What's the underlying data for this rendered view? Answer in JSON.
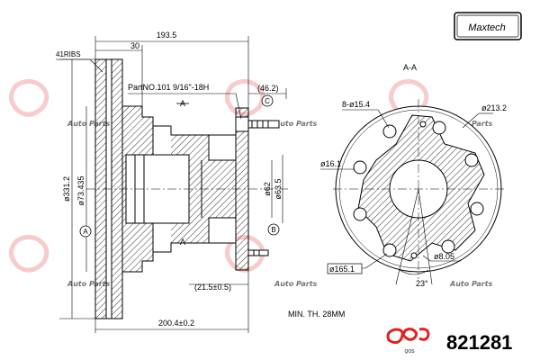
{
  "brand": {
    "logo_text": "Maxtech",
    "footer_logo": "QOS"
  },
  "drawing": {
    "section_label": "A-A",
    "part_number": "821281",
    "min_thickness": "MIN. TH. 28MM",
    "ribs": "41RIBS",
    "part_no_note": "PartNO.101  9/16\"-18H",
    "dims": {
      "overall_width": "193.5",
      "flange_width": "30",
      "stud_offset": "(46.2)",
      "outer_dia": "ø331.2",
      "inner_dia": "ø73.435",
      "hub_62": "ø62",
      "hub_635": "ø63.5",
      "offset_215": "(21.5±0.5)",
      "bottom_width": "200.4±0.2",
      "bolt_holes": "8-ø15.4",
      "outer_213": "ø213.2",
      "hole_161": "ø16.1",
      "pcd_1651": "ø165.1",
      "hole_805": "ø8.05",
      "angle": "23°"
    },
    "markers": {
      "a": "A",
      "b": "B",
      "c": "C",
      "a_upper": "A",
      "a_lower": "A"
    },
    "watermark_text": "Auto Parts"
  }
}
